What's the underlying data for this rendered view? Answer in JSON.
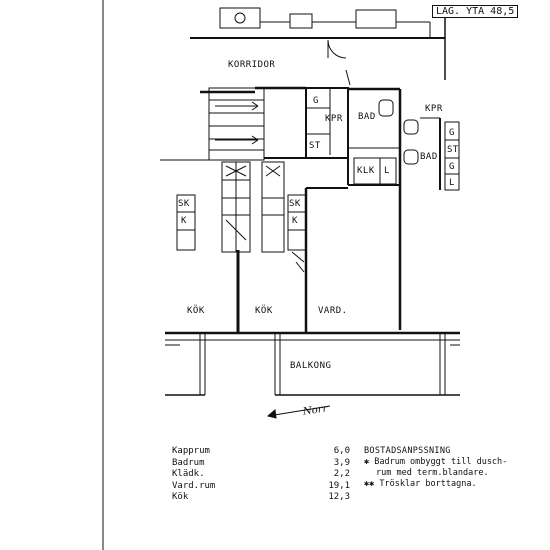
{
  "header": {
    "area_label": "LÄG. YTA 48,5"
  },
  "rooms": {
    "korridor": "KORRIDOR",
    "bad1": "BAD",
    "bad2": "BAD",
    "kpr1": "KPR",
    "kpr2": "KPR",
    "klk": "KLK",
    "kok1": "KÖK",
    "kok2": "KÖK",
    "vard": "VARD.",
    "balkong": "BALKONG"
  },
  "fixtures": {
    "g1": "G",
    "st1": "ST",
    "g2": "G",
    "st2": "ST",
    "g3": "G",
    "l1": "L",
    "l2": "L",
    "sk1": "SK",
    "k1": "K",
    "sk2": "SK",
    "k2": "K"
  },
  "compass": {
    "label": "Norr"
  },
  "areas": [
    {
      "name": "Kapprum",
      "value": "6,0"
    },
    {
      "name": "Badrum",
      "value": "3,9"
    },
    {
      "name": "Klädk.",
      "value": "2,2"
    },
    {
      "name": "Vard.rum",
      "value": "19,1"
    },
    {
      "name": "Kök",
      "value": "12,3"
    }
  ],
  "notes": {
    "title": "BOSTADSANPSSNING",
    "lines": [
      "✱ Badrum ombyggt till dusch-",
      "rum med term.blandare.",
      "✱✱ Trösklar borttagna."
    ]
  }
}
